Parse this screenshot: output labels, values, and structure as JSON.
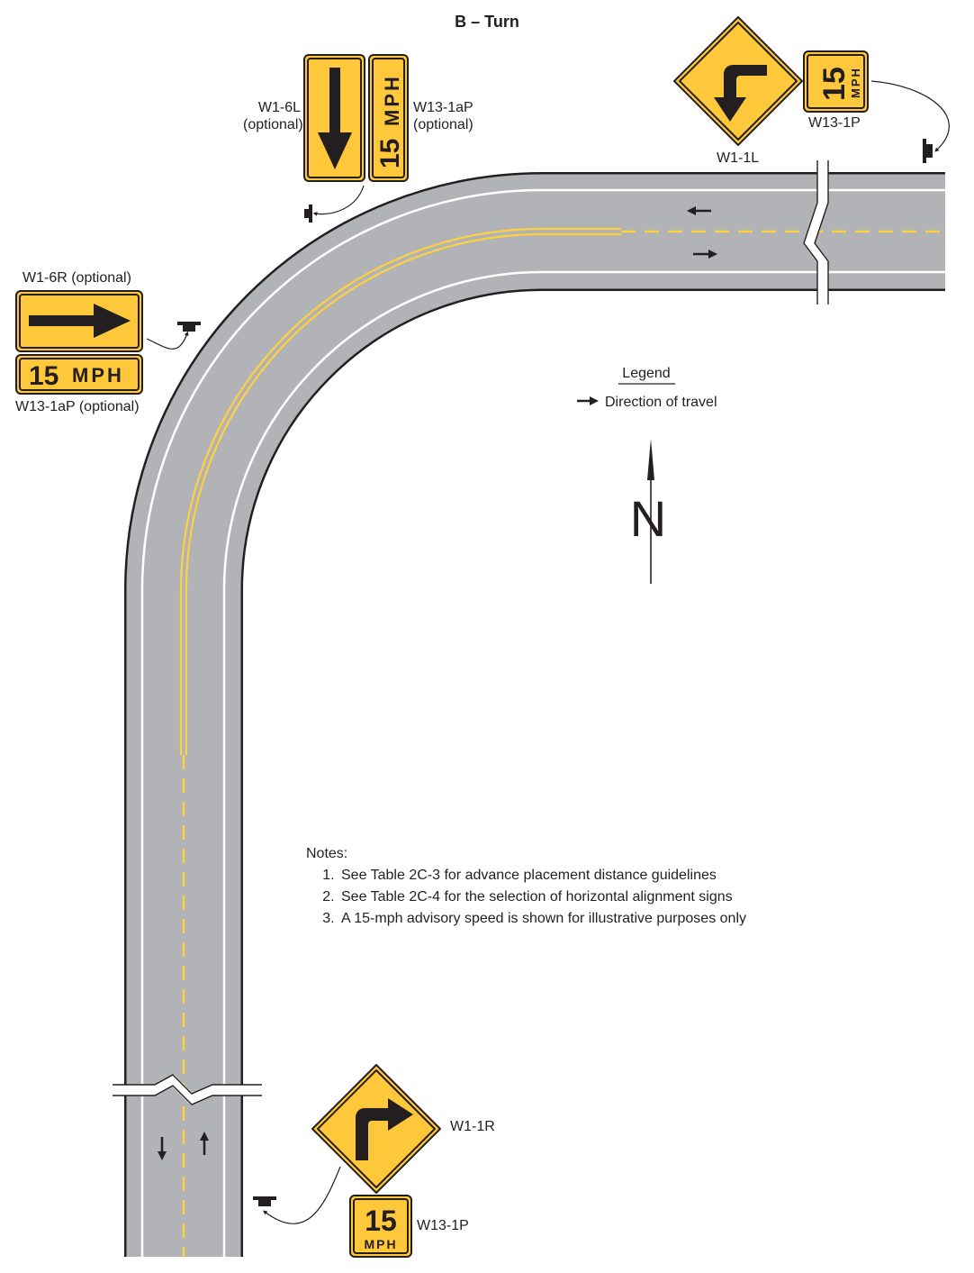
{
  "title": "B – Turn",
  "colors": {
    "road": "#b1b3b6",
    "edge": "#231f20",
    "white_line": "#ffffff",
    "yellow_line": "#ffd040",
    "sign_yellow": "#ffc83a"
  },
  "signs": {
    "w1_6l": {
      "label_line1": "W1-6L",
      "label_line2": "(optional)",
      "icon": "arrow-down-icon"
    },
    "w13_1ap_top": {
      "label_line1": "W13-1aP",
      "label_line2": "(optional)",
      "speed": "15",
      "unit": "MPH"
    },
    "w1_1l": {
      "label": "W1-1L",
      "icon": "turn-left-arrow-icon"
    },
    "w13_1p_top": {
      "label": "W13-1P",
      "speed": "15",
      "unit": "MPH"
    },
    "w1_6r": {
      "label": "W1-6R (optional)",
      "icon": "arrow-right-icon"
    },
    "w13_1ap_left": {
      "label": "W13-1aP (optional)",
      "speed": "15",
      "unit": "MPH"
    },
    "w1_1r": {
      "label": "W1-1R",
      "icon": "turn-right-arrow-icon"
    },
    "w13_1p_bottom": {
      "label": "W13-1P",
      "speed": "15",
      "unit": "MPH"
    }
  },
  "legend": {
    "title": "Legend",
    "item": "Direction of travel",
    "icon": "direction-arrow-icon"
  },
  "north": {
    "letter": "N",
    "icon": "north-arrow-icon"
  },
  "notes": {
    "heading": "Notes:",
    "items": [
      "See Table 2C-3 for advance placement distance guidelines",
      "See Table 2C-4 for the selection of horizontal alignment signs",
      "A 15-mph advisory speed is shown for illustrative purposes only"
    ]
  }
}
